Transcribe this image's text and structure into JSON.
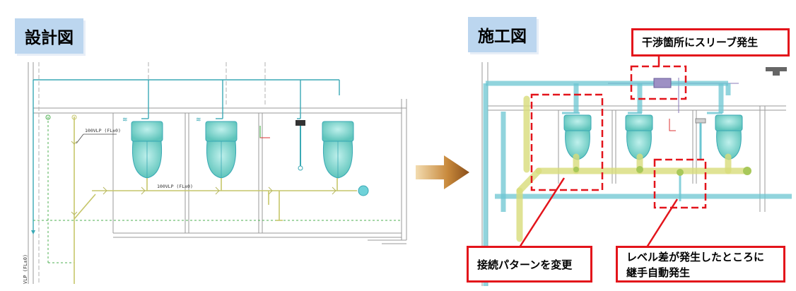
{
  "left_panel": {
    "title": "設計図",
    "annotations": {
      "pipe_label_1": "100VLP (FL±0)",
      "pipe_label_2": "100VLP (FL±0)",
      "pipe_label_vertical": "VLP (FL±0)"
    }
  },
  "right_panel": {
    "title": "施工図",
    "callouts": {
      "sleeve": "干渉箇所にスリーブ発生",
      "pattern": "接続パターンを変更",
      "level_line1": "レベル差が発生したところに",
      "level_line2": "継手自動発生"
    }
  },
  "colors": {
    "tab_bg": "#bcd6ef",
    "callout_border": "#e3141b",
    "pipe_cyan": "#3aa9b5",
    "pipe_yellow": "#c6c66a",
    "fixture": "#63c9c0",
    "arrow": "#a06a2a"
  }
}
